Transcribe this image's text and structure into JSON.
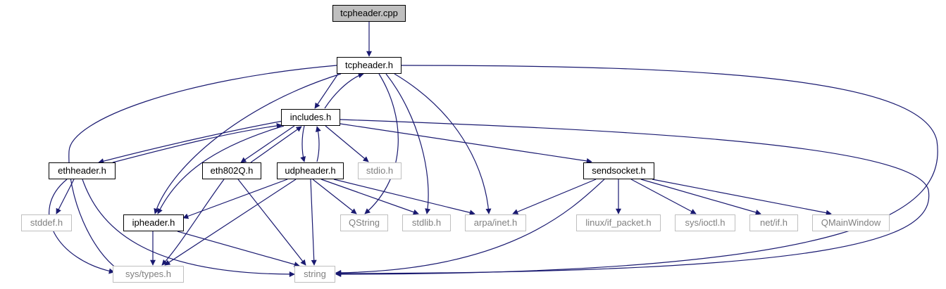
{
  "colors": {
    "edge": "#191970",
    "root_fill": "#bfbfbf",
    "local_border": "#000000",
    "system_border": "#bfbfbf",
    "system_text": "#808080"
  },
  "nodes": {
    "tcpheader_cpp": "tcpheader.cpp",
    "tcpheader_h": "tcpheader.h",
    "includes_h": "includes.h",
    "ethheader_h": "ethheader.h",
    "eth802q_h": "eth802Q.h",
    "udpheader_h": "udpheader.h",
    "stdio_h": "stdio.h",
    "sendsocket_h": "sendsocket.h",
    "stddef_h": "stddef.h",
    "ipheader_h": "ipheader.h",
    "qstring": "QString",
    "stdlib_h": "stdlib.h",
    "arpa_inet_h": "arpa/inet.h",
    "linux_if_packet_h": "linux/if_packet.h",
    "sys_ioctl_h": "sys/ioctl.h",
    "net_if_h": "net/if.h",
    "qmainwindow": "QMainWindow",
    "sys_types_h": "sys/types.h",
    "string": "string"
  }
}
